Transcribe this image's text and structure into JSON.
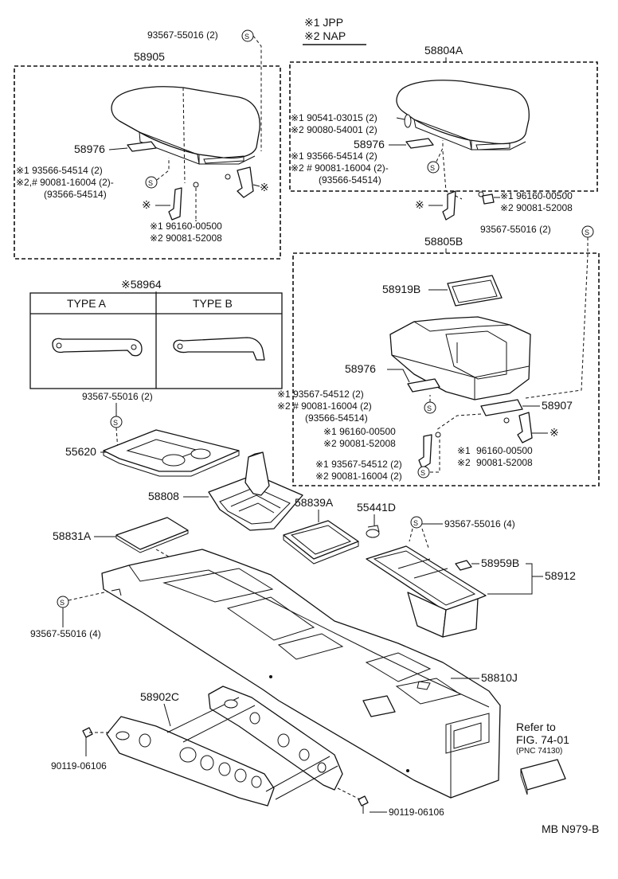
{
  "legend": {
    "jpp": "※1 JPP",
    "nap": "※2 NAP"
  },
  "type_table": {
    "title": "※58964",
    "col_a": "TYPE A",
    "col_b": "TYPE B"
  },
  "refer_note": {
    "line1": "Refer to",
    "line2": "FIG. 74-01",
    "line3": "(PNC 74130)"
  },
  "figure_code": "MB N979-B",
  "labels": {
    "l01": "93567-55016 (2)",
    "l02": "58905",
    "l03": "58976",
    "l04": "※1  93566-54514 (2)",
    "l05": "※2,# 90081-16004 (2)-",
    "l06": "(93566-54514)",
    "l07": "※",
    "l08": "※",
    "l09": "※1 96160-00500",
    "l10": "※2 90081-52008",
    "l11": "58804A",
    "l12": "※1 90541-03015 (2)",
    "l13": "※2 90080-54001 (2)",
    "l14": "58976",
    "l15": "※1  93566-54514 (2)",
    "l16": "※2 # 90081-16004 (2)-",
    "l17": "(93566-54514)",
    "l18": "※",
    "l19": "※1 96160-00500",
    "l20": "※2 90081-52008",
    "l21": "93567-55016 (2)",
    "l22": "58805B",
    "l23": "58919B",
    "l24": "58976",
    "l25": "※1  93567-54512 (2)",
    "l26": "※2 # 90081-16004 (2)",
    "l27": "(93566-54514)",
    "l28": "58907",
    "l29": "※1 96160-00500",
    "l30": "※2 90081-52008",
    "l31": "※1",
    "l32": "※2",
    "l33": "96160-00500",
    "l34": "90081-52008",
    "l35": "※",
    "l36": "※1 93567-54512 (2)",
    "l37": "※2 90081-16004 (2)",
    "l38": "93567-55016 (2)",
    "l39": "55620",
    "l40": "58808",
    "l41": "58839A",
    "l42": "55441D",
    "l43": "93567-55016 (4)",
    "l44": "58831A",
    "l45": "58959B",
    "l46": "58912",
    "l47": "93567-55016 (4)",
    "l48": "58810J",
    "l49": "58902C",
    "l50": "90119-06106",
    "l51": "90119-06106"
  },
  "s_marks": "S"
}
